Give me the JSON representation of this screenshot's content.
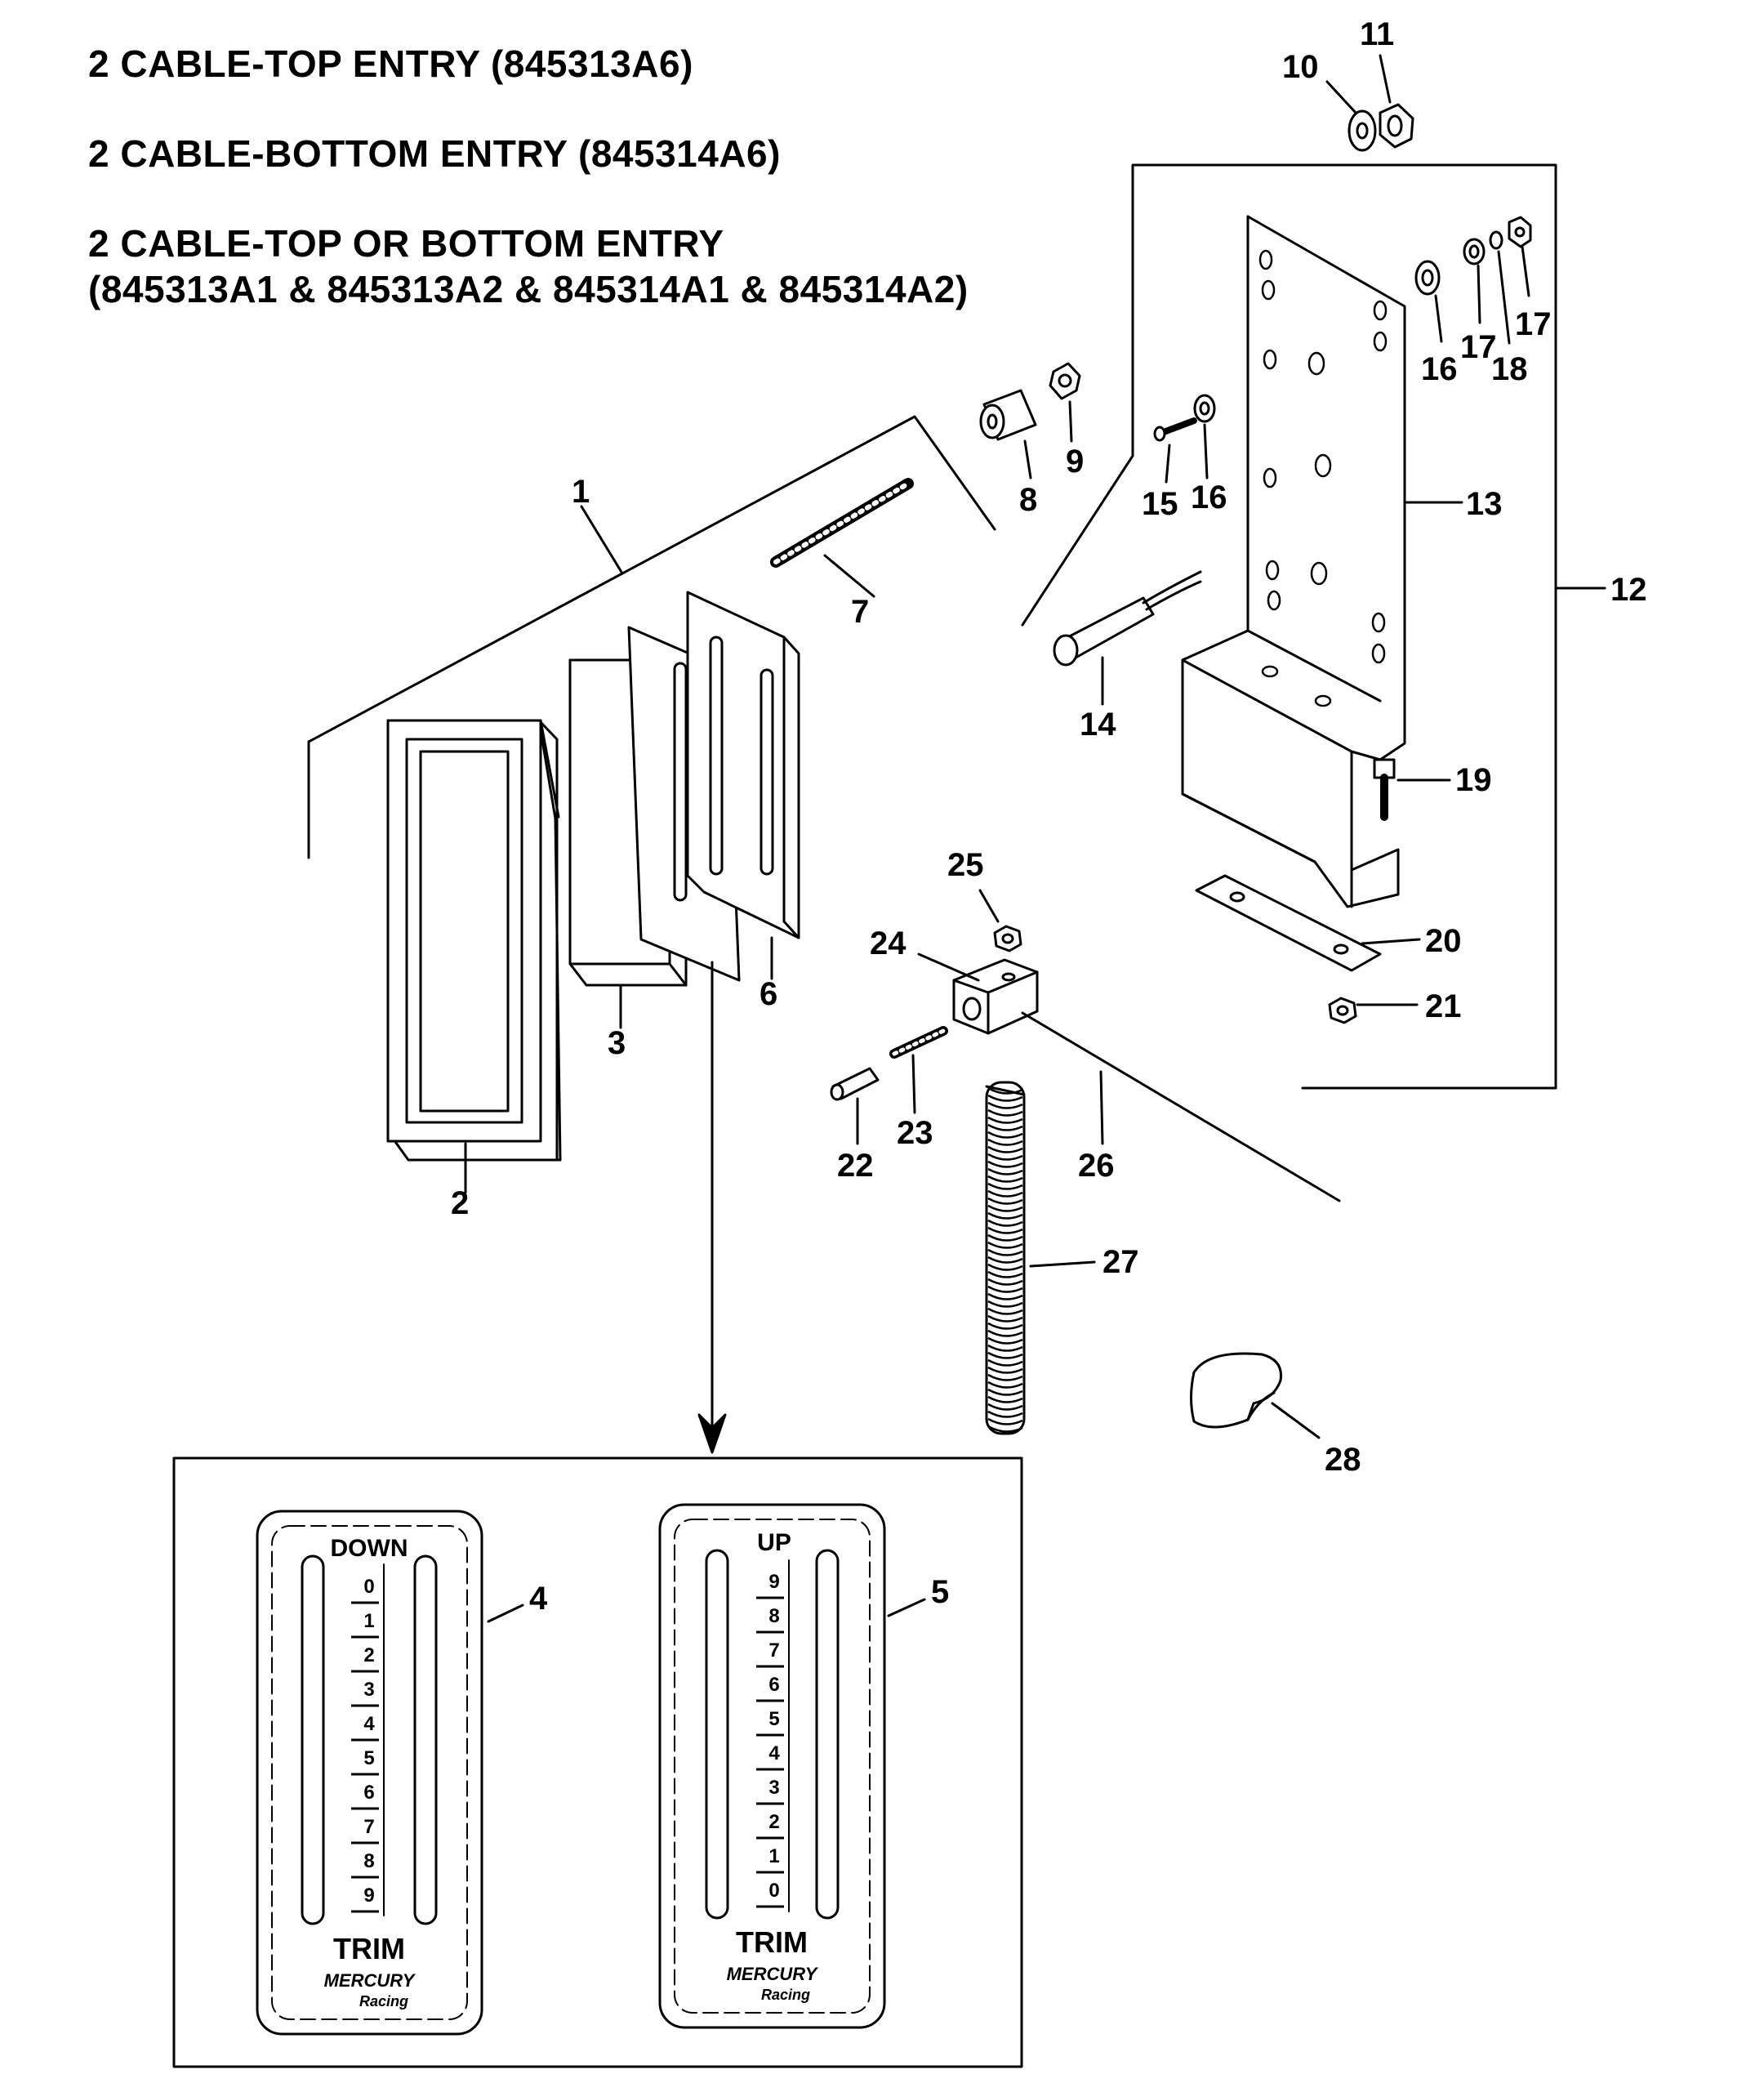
{
  "titles": {
    "line1": "2 CABLE-TOP ENTRY (845313A6)",
    "line2": "2 CABLE-BOTTOM ENTRY (845314A6)",
    "line3": "2 CABLE-TOP OR BOTTOM ENTRY",
    "line4": "(845313A1  & 845313A2  & 845314A1  & 845314A2)"
  },
  "callouts": {
    "c1": "1",
    "c2": "2",
    "c3": "3",
    "c4": "4",
    "c5": "5",
    "c6": "6",
    "c7": "7",
    "c8": "8",
    "c9": "9",
    "c10": "10",
    "c11": "11",
    "c12": "12",
    "c13": "13",
    "c14": "14",
    "c15": "15",
    "c16a": "16",
    "c16b": "16",
    "c17a": "17",
    "c17b": "17",
    "c18": "18",
    "c19": "19",
    "c20": "20",
    "c21": "21",
    "c22": "22",
    "c23": "23",
    "c24": "24",
    "c25": "25",
    "c26": "26",
    "c27": "27",
    "c28": "28"
  },
  "decal_down": {
    "header": "DOWN",
    "scale": [
      "0",
      "1",
      "2",
      "3",
      "4",
      "5",
      "6",
      "7",
      "8",
      "9"
    ],
    "trim": "TRIM",
    "brand": "MERCURY",
    "brand_sub": "Racing"
  },
  "decal_up": {
    "header": "UP",
    "scale": [
      "9",
      "8",
      "7",
      "6",
      "5",
      "4",
      "3",
      "2",
      "1",
      "0"
    ],
    "trim": "TRIM",
    "brand": "MERCURY",
    "brand_sub": "Racing"
  }
}
